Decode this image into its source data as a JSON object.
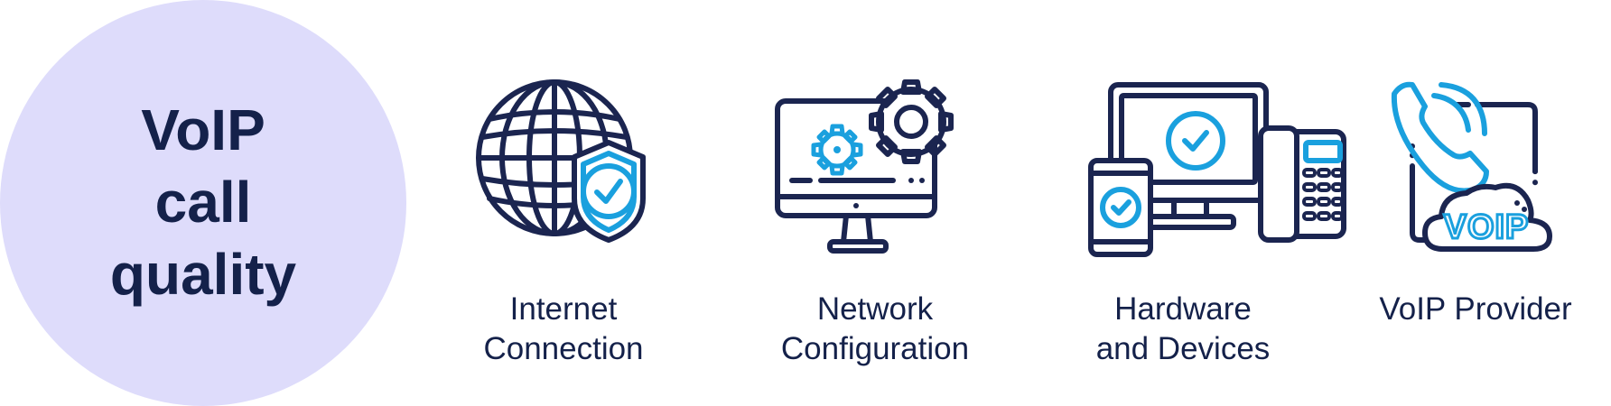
{
  "hero": {
    "title_lines": [
      "VoIP",
      "call",
      "quality"
    ]
  },
  "factors": [
    {
      "label_lines": [
        "Internet",
        "Connection"
      ],
      "icon": "globe-shield-icon"
    },
    {
      "label_lines": [
        "Network",
        "Configuration"
      ],
      "icon": "monitor-gears-icon"
    },
    {
      "label_lines": [
        "Hardware",
        "and Devices"
      ],
      "icon": "devices-icon"
    },
    {
      "label_lines": [
        "VoIP Provider"
      ],
      "icon": "phone-cloud-voip-icon",
      "badge": "VOIP"
    }
  ],
  "colors": {
    "navy": "#1b2550",
    "text": "#14214a",
    "accent_blue": "#1aa0de",
    "hero_circle": "#dedcfb"
  }
}
